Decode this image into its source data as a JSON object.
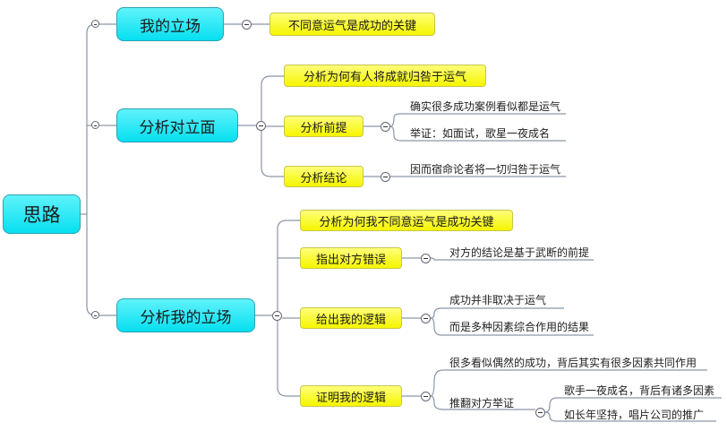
{
  "root": {
    "label": "思路"
  },
  "branches": [
    {
      "label": "我的立场",
      "children": [
        {
          "label": "不同意运气是成功的关键"
        }
      ]
    },
    {
      "label": "分析对立面",
      "children": [
        {
          "label": "分析为何有人将成就归咎于运气"
        },
        {
          "label": "分析前提",
          "children": [
            "确实很多成功案例看似都是运气",
            "举证：如面试，歌星一夜成名"
          ]
        },
        {
          "label": "分析结论",
          "children": [
            "因而宿命论者将一切归咎于运气"
          ]
        }
      ]
    },
    {
      "label": "分析我的立场",
      "children": [
        {
          "label": "分析为何我不同意运气是成功关键"
        },
        {
          "label": "指出对方错误",
          "children": [
            "对方的结论是基于武断的前提"
          ]
        },
        {
          "label": "给出我的逻辑",
          "children": [
            "成功并非取决于运气",
            "而是多种因素综合作用的结果"
          ]
        },
        {
          "label": "证明我的逻辑",
          "children": [
            "很多看似偶然的成功，背后其实有很多因素共同作用",
            "推翻对方举证"
          ],
          "sub": [
            "歌手一夜成名，背后有诸多因素",
            "如长年坚持，唱片公司的推广"
          ]
        }
      ]
    }
  ],
  "colors": {
    "main_topic": "#06dff0",
    "subtopic": "#f5f500",
    "line": "#8a96a6"
  }
}
